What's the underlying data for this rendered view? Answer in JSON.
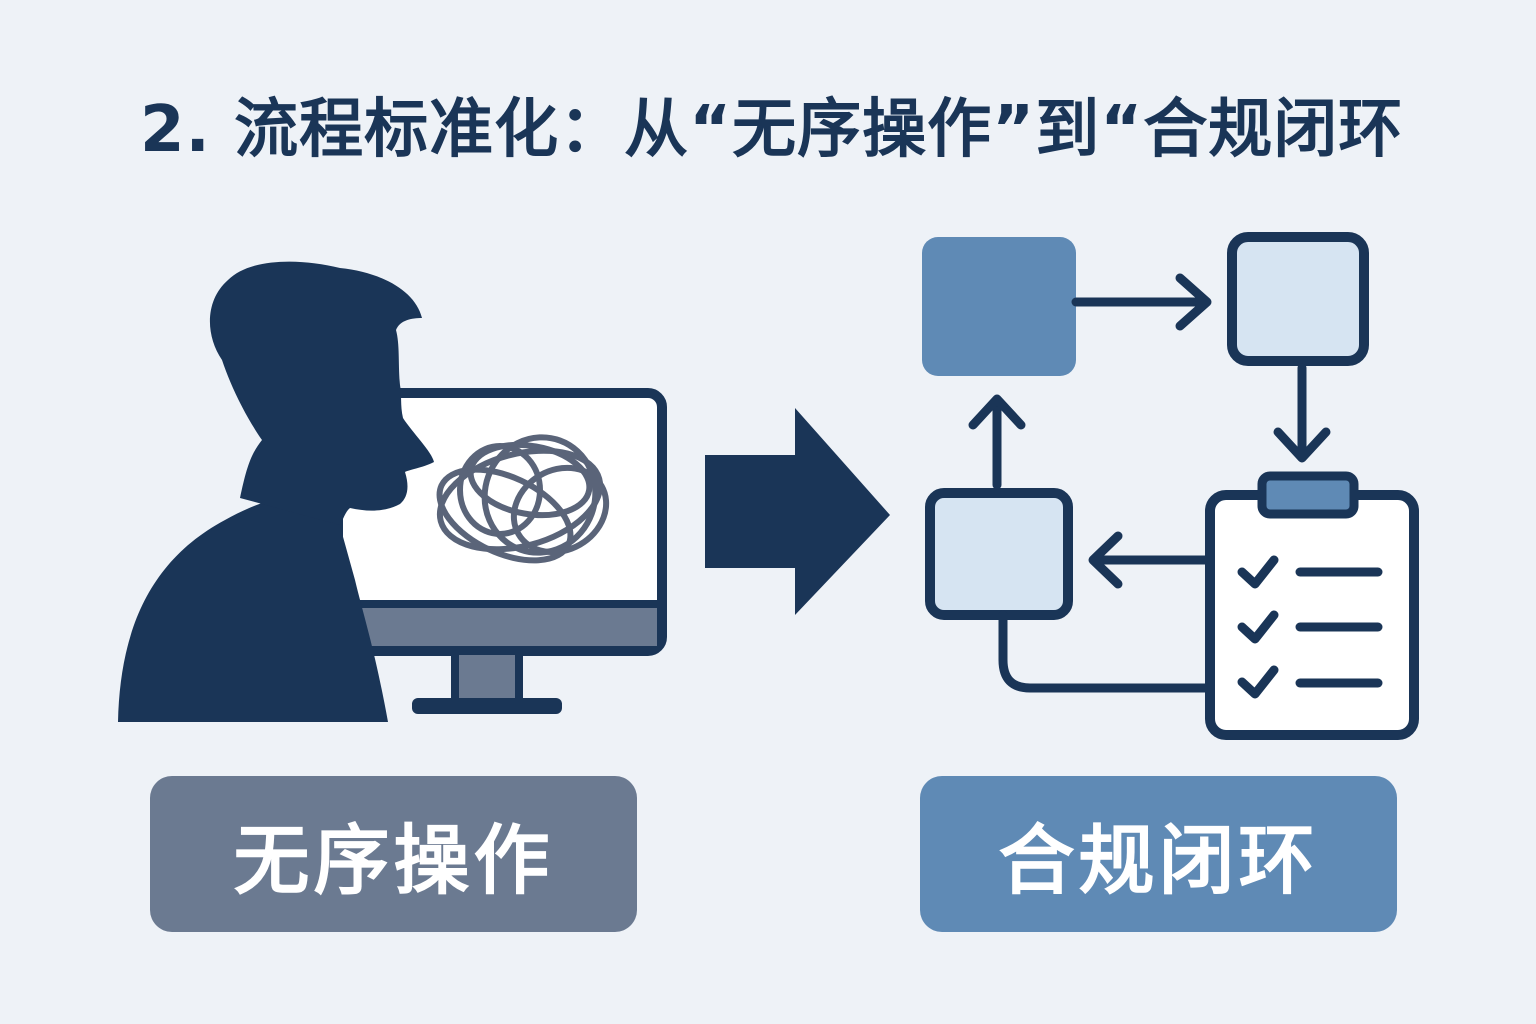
{
  "title": "2. 流程标准化：从“无序操作”到“合规闭环",
  "labels": {
    "before": "无序操作",
    "after": "合规闭环"
  },
  "colors": {
    "background": "#eef2f7",
    "navy": "#1a3557",
    "slate": "#6b7a91",
    "steel_blue": "#5f8ab5",
    "light_blue": "#d6e4f2",
    "white": "#ffffff"
  },
  "icons": {
    "person": "person-at-computer-icon",
    "tangle": "tangled-scribble-icon",
    "transition": "right-arrow-icon",
    "flow": "closed-loop-flowchart-icon",
    "checklist": "clipboard-checklist-icon"
  }
}
